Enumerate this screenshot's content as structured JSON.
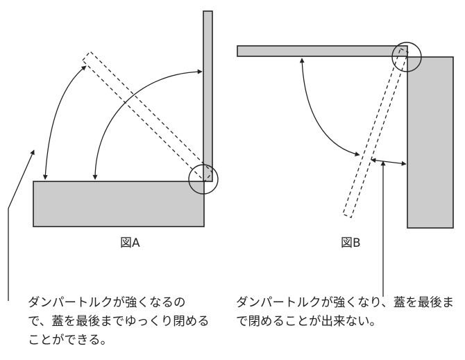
{
  "figures": {
    "a": {
      "label": "図A",
      "caption": "ダンパートルクが強くなるの\nで、蓋を最後までゆっくり閉める\nことができる。"
    },
    "b": {
      "label": "図B",
      "caption": "ダンパートルクが強くなり、蓋を最後ま\nで閉めることが出来ない。"
    }
  },
  "colors": {
    "panel_fill": "#cccccc",
    "stroke": "#222222",
    "background": "#ffffff"
  }
}
